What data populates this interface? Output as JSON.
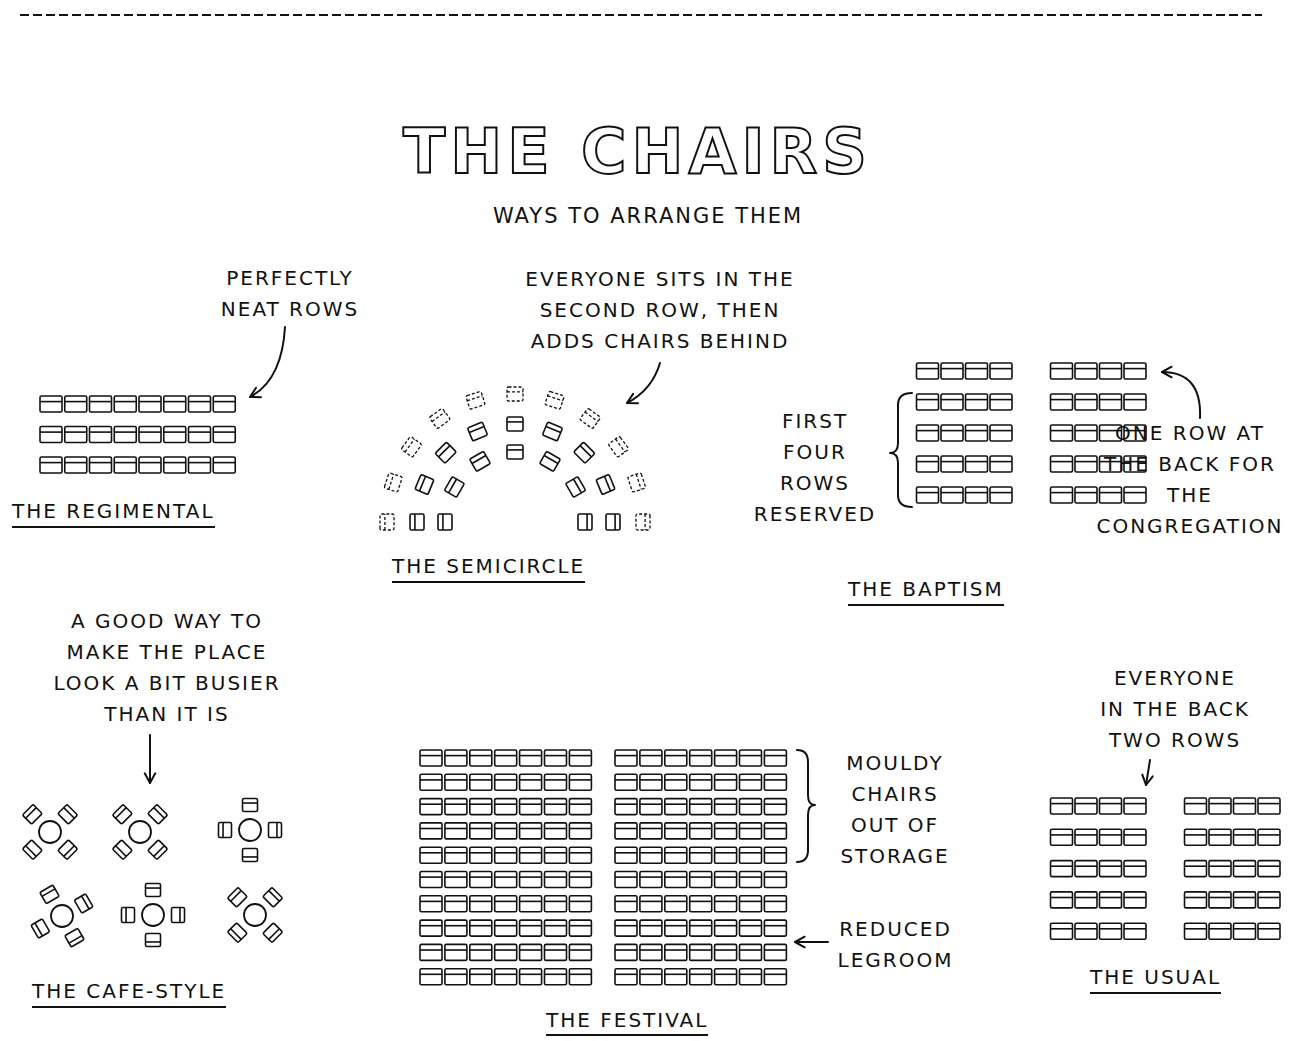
{
  "diagram": {
    "title": "THE CHAIRS",
    "labels": [
      "WAYS TO ARRANGE THEM",
      "PERFECTLY NEAT ROWS",
      "THE REGIMENTAL",
      "EVERYONE SITS IN THE SECOND ROW, THEN ADDS CHAIRS BEHIND",
      "THE SEMICIRCLE",
      "FIRST FOUR ROWS RESERVED",
      "ONE ROW AT THE BACK FOR THE CONGREGATION",
      "THE BAPTISM",
      "A GOOD WAY TO MAKE THE PLACE LOOK A BIT BUSIER THAN IT IS",
      "THE CAFE-STYLE",
      "MOULDY CHAIRS OUT OF STORAGE",
      "REDUCED LEGROOM",
      "THE FESTIVAL",
      "EVERYONE IN THE BACK TWO ROWS",
      "THE USUAL"
    ]
  }
}
